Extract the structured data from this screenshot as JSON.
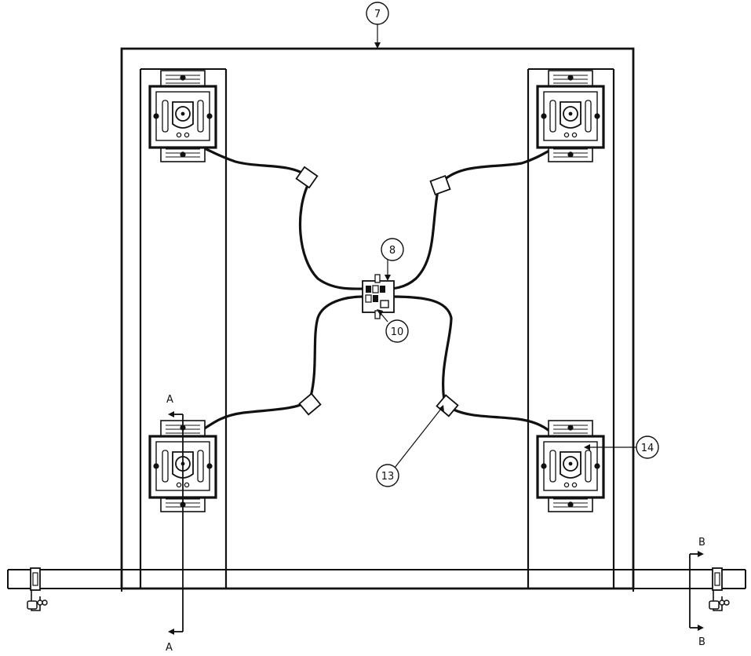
{
  "callouts": {
    "c7": "7",
    "c8": "8",
    "c10": "10",
    "c13": "13",
    "c14": "14"
  },
  "sections": {
    "a_top": "A",
    "a_bottom": "A",
    "b_top": "B",
    "b_bottom": "B"
  },
  "colors": {
    "line": "#111111",
    "paper": "#ffffff"
  }
}
